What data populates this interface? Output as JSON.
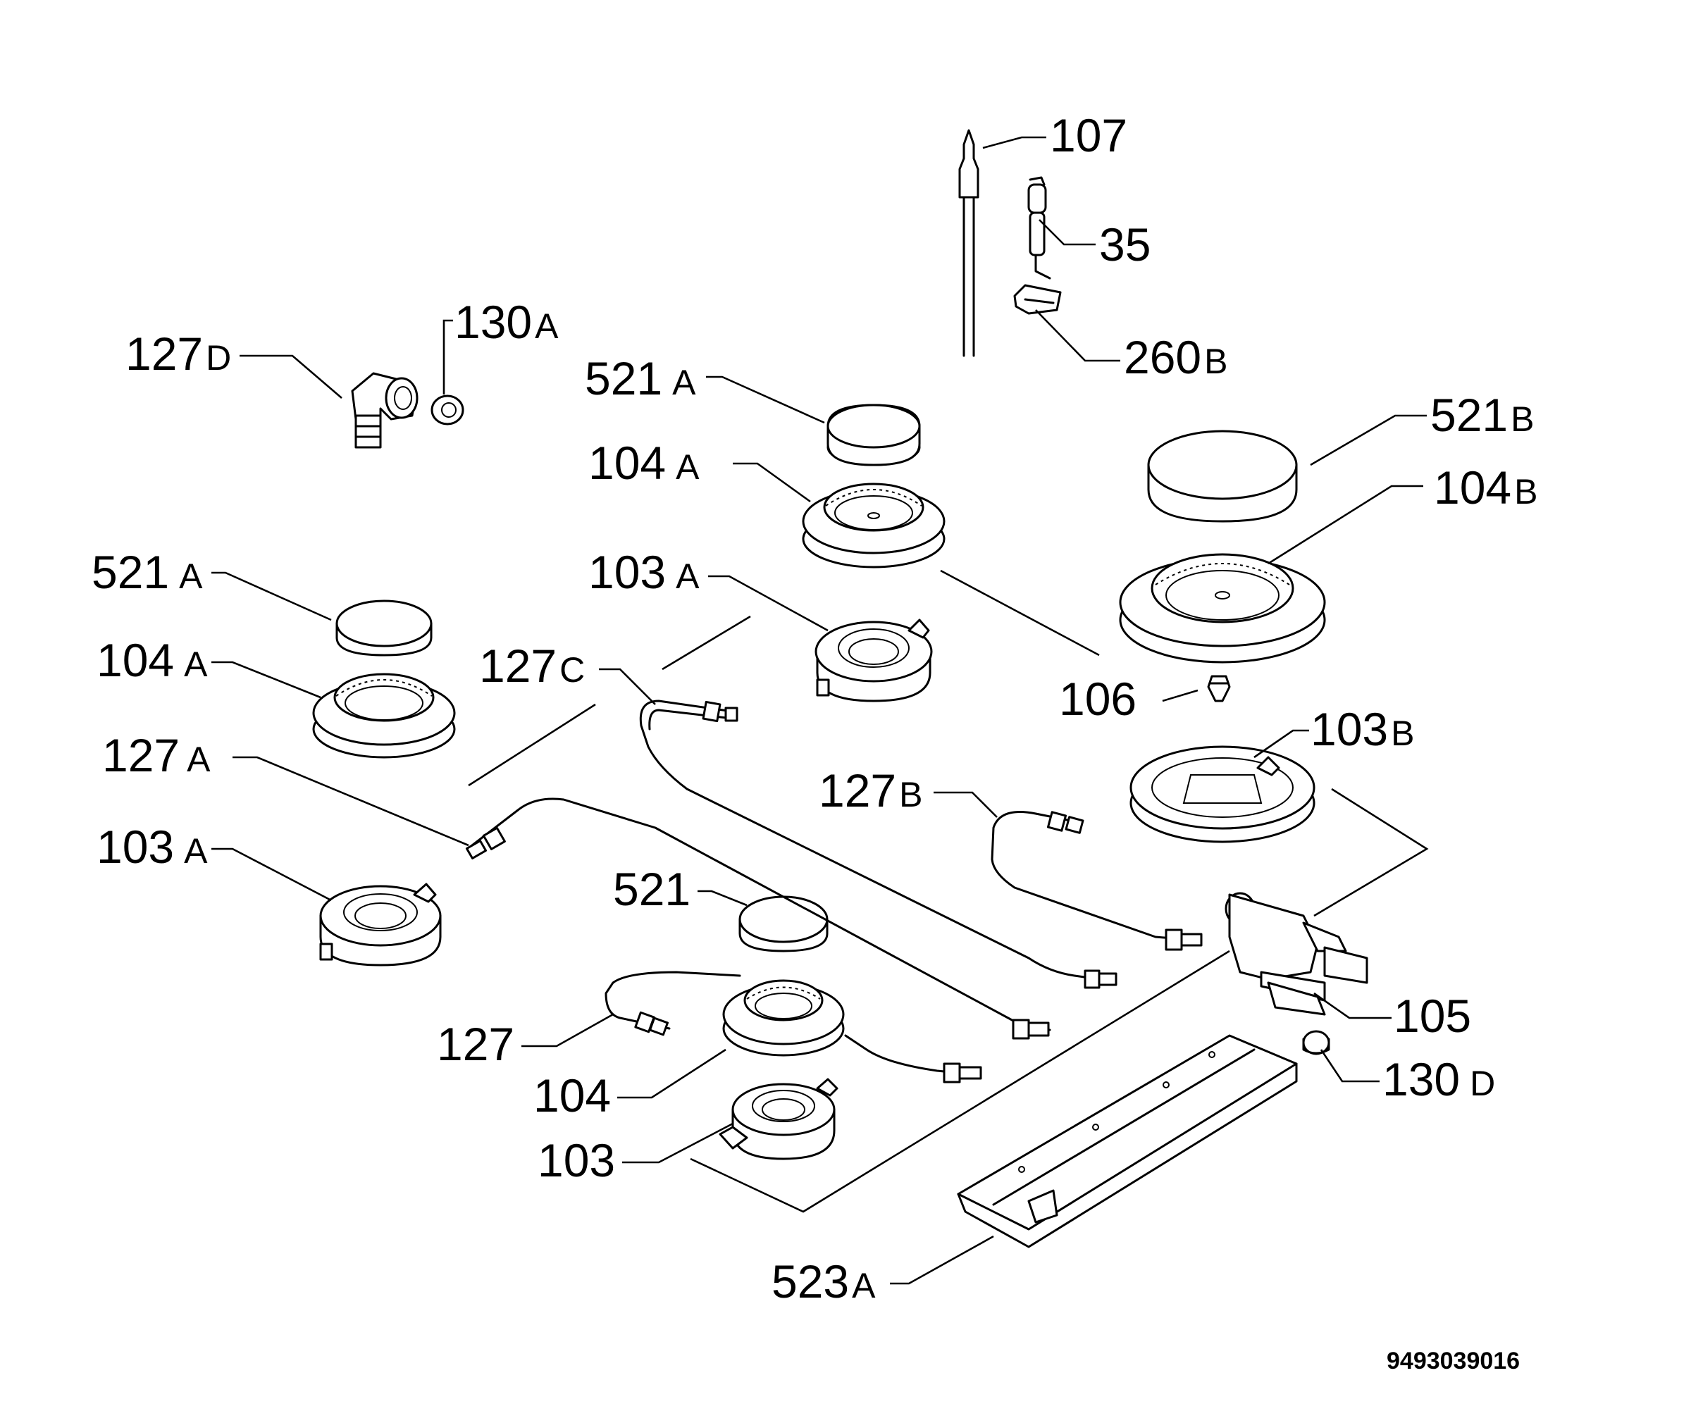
{
  "drawing_number": "9493039016",
  "callouts": [
    {
      "id": "c107",
      "num": "107",
      "suffix": ""
    },
    {
      "id": "c35",
      "num": "35",
      "suffix": ""
    },
    {
      "id": "c260b",
      "num": "260",
      "suffix": "B"
    },
    {
      "id": "c127d",
      "num": "127",
      "suffix": "D"
    },
    {
      "id": "c130a",
      "num": "130",
      "suffix": "A"
    },
    {
      "id": "c521a1",
      "num": "521",
      "suffix": "A"
    },
    {
      "id": "c104a1",
      "num": "104",
      "suffix": "A"
    },
    {
      "id": "c521b",
      "num": "521",
      "suffix": "B"
    },
    {
      "id": "c104b",
      "num": "104",
      "suffix": "B"
    },
    {
      "id": "c521a2",
      "num": "521",
      "suffix": "A"
    },
    {
      "id": "c103a1",
      "num": "103",
      "suffix": "A"
    },
    {
      "id": "c104a2",
      "num": "104",
      "suffix": "A"
    },
    {
      "id": "c127c",
      "num": "127",
      "suffix": "C"
    },
    {
      "id": "c106",
      "num": "106",
      "suffix": ""
    },
    {
      "id": "c127a",
      "num": "127",
      "suffix": "A"
    },
    {
      "id": "c103b",
      "num": "103",
      "suffix": "B"
    },
    {
      "id": "c127b",
      "num": "127",
      "suffix": "B"
    },
    {
      "id": "c103a2",
      "num": "103",
      "suffix": "A"
    },
    {
      "id": "c521",
      "num": "521",
      "suffix": ""
    },
    {
      "id": "c105",
      "num": "105",
      "suffix": ""
    },
    {
      "id": "c127",
      "num": "127",
      "suffix": ""
    },
    {
      "id": "c130d",
      "num": "130",
      "suffix": "D"
    },
    {
      "id": "c104",
      "num": "104",
      "suffix": ""
    },
    {
      "id": "c103",
      "num": "103",
      "suffix": ""
    },
    {
      "id": "c523a",
      "num": "523",
      "suffix": "A"
    }
  ]
}
